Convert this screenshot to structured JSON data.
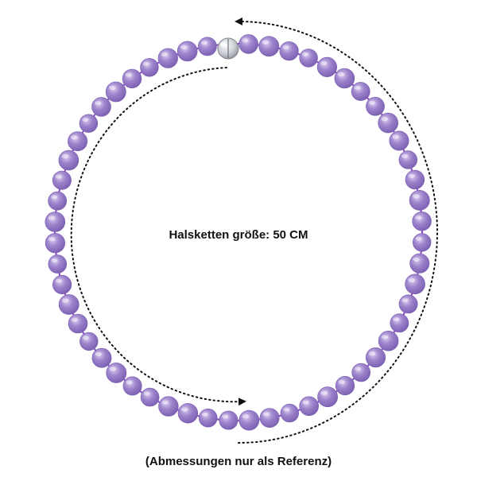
{
  "product": {
    "size_label": "Halsketten größe: 50 CM",
    "disclaimer": "(Abmessungen nur als Referenz)"
  },
  "colors": {
    "bead": "#9d84cc",
    "bead_dark": "#7a5fb1",
    "bead_light": "#d9ccef",
    "cord": "#8a47c4",
    "clasp": "#c9ccd2",
    "arrow": "#111111"
  },
  "necklace": {
    "bead_count": 55,
    "clasp_icon": "magnetic-ball-clasp-icon"
  }
}
